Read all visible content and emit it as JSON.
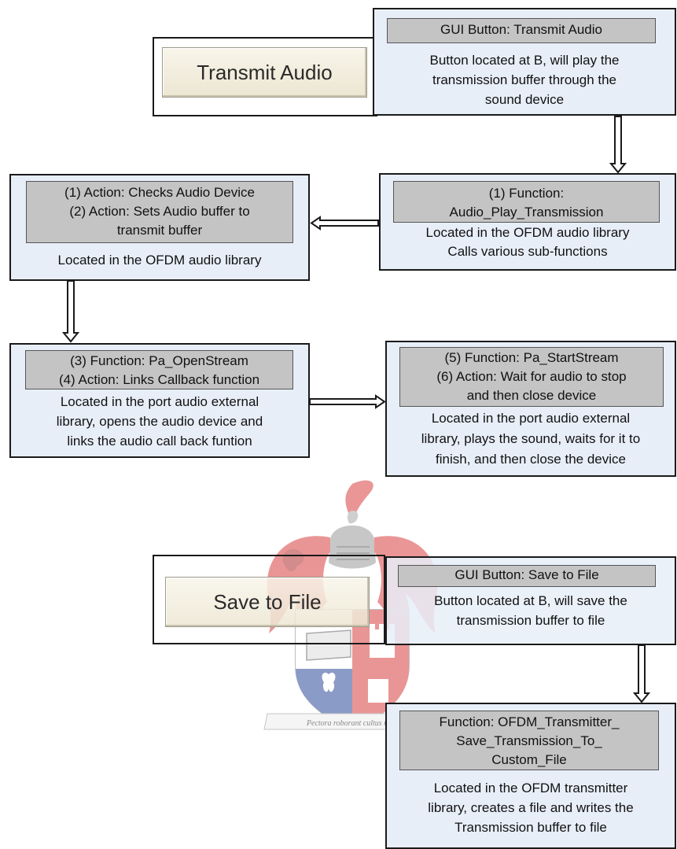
{
  "transmit_section": {
    "button_label": "Transmit Audio",
    "gui_header": "GUI Button: Transmit Audio",
    "gui_desc": "Button located at B, will play the\ntransmission buffer through the\nsound device"
  },
  "play_function": {
    "header": "(1) Function:\nAudio_Play_Transmission",
    "desc": "Located in the OFDM audio library\nCalls various sub-functions"
  },
  "check_device": {
    "header": "(1) Action: Checks Audio Device\n(2) Action: Sets Audio buffer to\ntransmit buffer",
    "desc": "Located in the OFDM audio library"
  },
  "open_stream": {
    "header": "(3) Function: Pa_OpenStream\n(4) Action: Links Callback function",
    "desc": "Located in the port audio external\nlibrary, opens the audio device and\nlinks the audio call back funtion"
  },
  "start_stream": {
    "header": "(5) Function: Pa_StartStream\n(6) Action: Wait for audio to stop\nand then close device",
    "desc": "Located in the port audio external\nlibrary, plays the sound, waits for it to\nfinish, and then close the device"
  },
  "save_section": {
    "button_label": "Save to File",
    "gui_header": "GUI Button: Save to File",
    "gui_desc": "Button located at B, will save the\ntransmission buffer to file"
  },
  "save_function": {
    "header": "Function: OFDM_Transmitter_\nSave_Transmission_To_\nCustom_File",
    "desc": "Located in the OFDM transmitter\nlibrary, creates a file and writes the\nTransmission buffer to file"
  },
  "watermark": {
    "motto": "Pectora roborant cultus recti"
  },
  "colors": {
    "box_fill": "#e8eef8",
    "header_fill": "#c4c4c4",
    "border": "#1a1a1a",
    "watermark_red": "#d9403f",
    "watermark_blue": "#2d4a9a"
  }
}
